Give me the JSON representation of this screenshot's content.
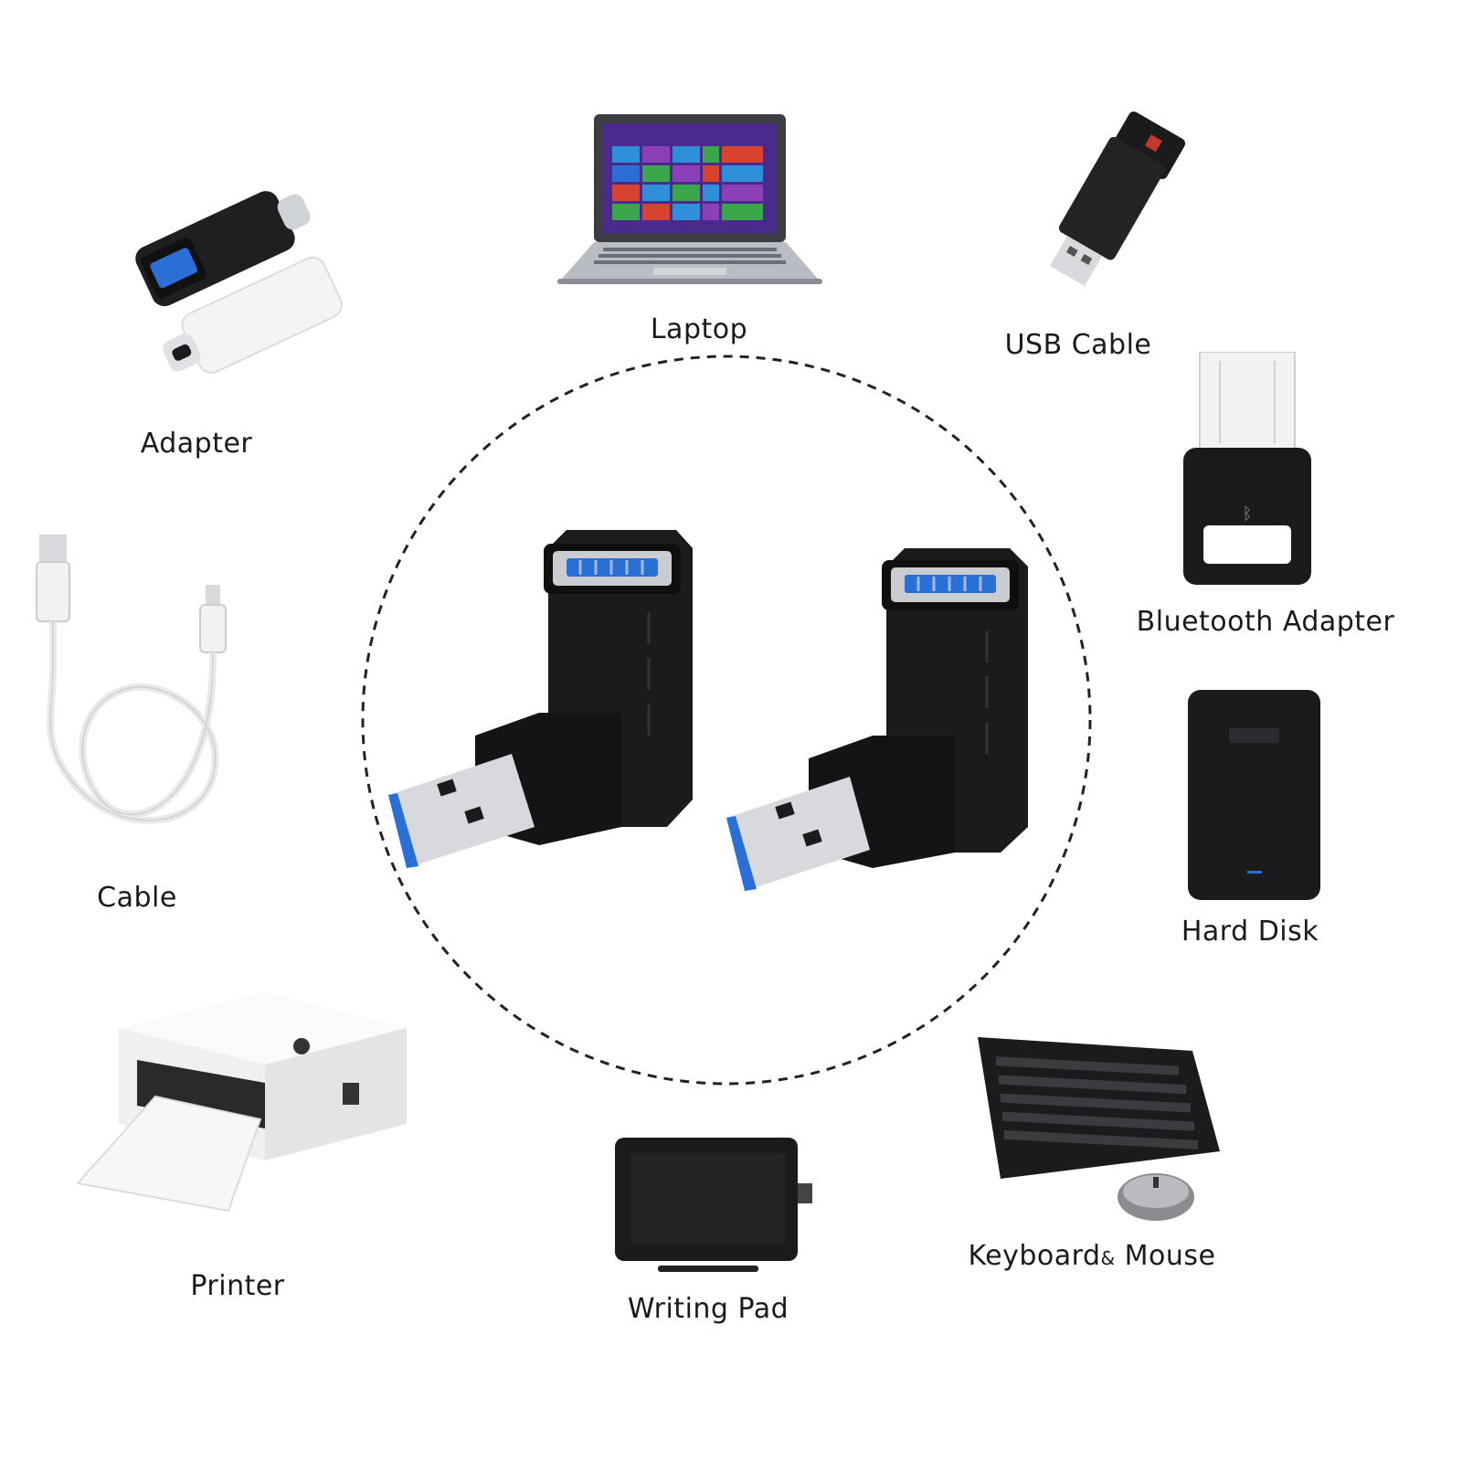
{
  "colors": {
    "background": "#ffffff",
    "device_black": "#1b1b1d",
    "usb_blue": "#2a6fd6",
    "metal": "#d7d9dc",
    "label_text": "#1a1a1a",
    "dashed_circle": "#222222"
  },
  "center": {
    "product": "usb-90-degree-adapter-pair",
    "connector_color": "blue"
  },
  "labels": {
    "laptop": "Laptop",
    "usb_cable": "USB Cable",
    "adapter": "Adapter",
    "bluetooth_adapter": "Bluetooth Adapter",
    "cable": "Cable",
    "hard_disk": "Hard Disk",
    "printer": "Printer",
    "writing_pad": "Writing Pad",
    "keyboard": "Keyboard",
    "amp": "&",
    "mouse": "Mouse"
  },
  "icons": {
    "laptop": "laptop-icon",
    "usb_stick": "usb-stick-icon",
    "adapter": "usb-c-adapter-icon",
    "bluetooth": "bluetooth-dongle-icon",
    "cable": "usb-cable-icon",
    "hard_disk": "hard-disk-icon",
    "printer": "label-printer-icon",
    "writing_pad": "writing-pad-icon",
    "keyboard_mouse": "keyboard-mouse-icon"
  }
}
